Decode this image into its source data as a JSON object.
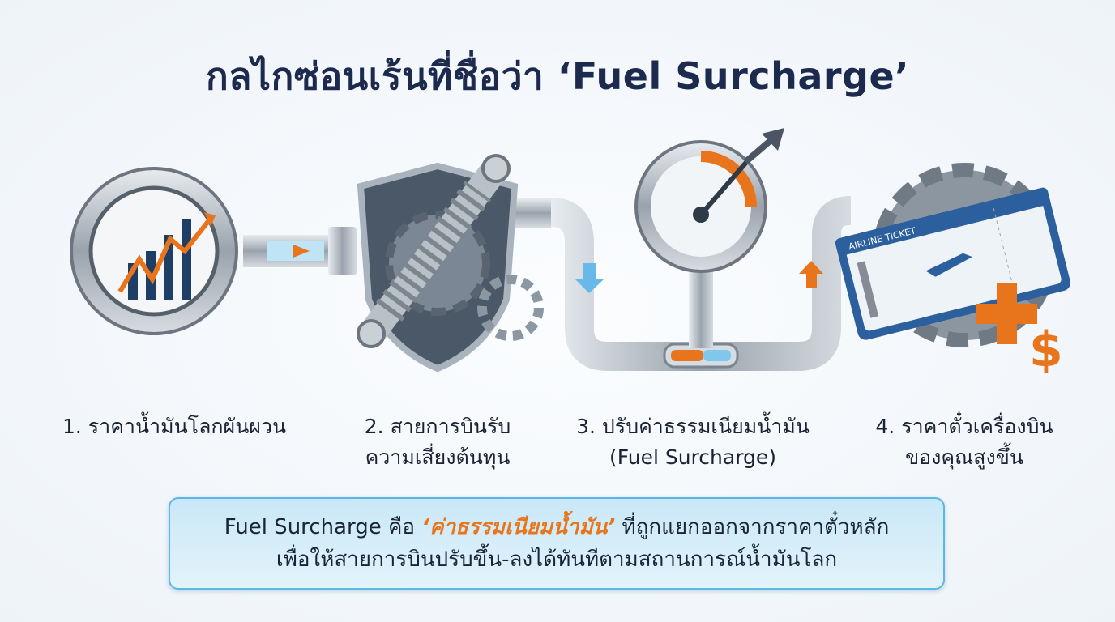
{
  "title": "กลไกซ่อนเร้นที่ชื่อว่า ‘Fuel Surcharge’",
  "steps": [
    {
      "line1": "1. ราคาน้ำมันโลกผันผวน",
      "line2": ""
    },
    {
      "line1": "2. สายการบินรับ",
      "line2": "ความเสี่ยงต้นทุน"
    },
    {
      "line1": "3. ปรับค่าธรรมเนียมน้ำมัน",
      "line2": "(Fuel Surcharge)"
    },
    {
      "line1": "4. ราคาตั๋วเครื่องบิน",
      "line2": "ของคุณสูงขึ้น"
    }
  ],
  "ticket_text": "AIRLINE TICKET",
  "dollar_sign": "$",
  "info": {
    "part1": "Fuel Surcharge คือ ",
    "highlight": "‘ค่าธรรมเนียมน้ำมัน’",
    "part2": " ที่ถูกแยกออกจากราคาตั๋วหลัก",
    "line2": "เพื่อให้สายการบินปรับขึ้น-ลงได้ทันทีตามสถานการณ์น้ำมันโลก"
  },
  "colors": {
    "accent": "#e8741c",
    "navy": "#1c2a4e",
    "box_border": "#5cb7e3"
  }
}
